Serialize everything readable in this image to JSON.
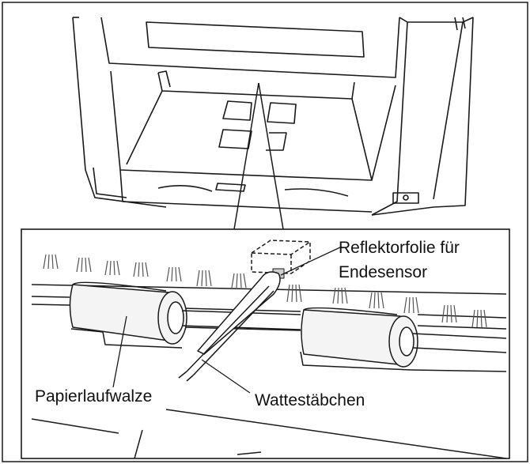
{
  "labels": {
    "reflector_line1": "Reflektorfolie für",
    "reflector_line2": "Endesensor",
    "roller": "Papierlaufwalze",
    "swab": "Wattestäbchen"
  },
  "colors": {
    "line": "#1a1a1a",
    "roller_fill": "#f4f4f4",
    "hatch": "#555555",
    "background": "#ffffff"
  }
}
